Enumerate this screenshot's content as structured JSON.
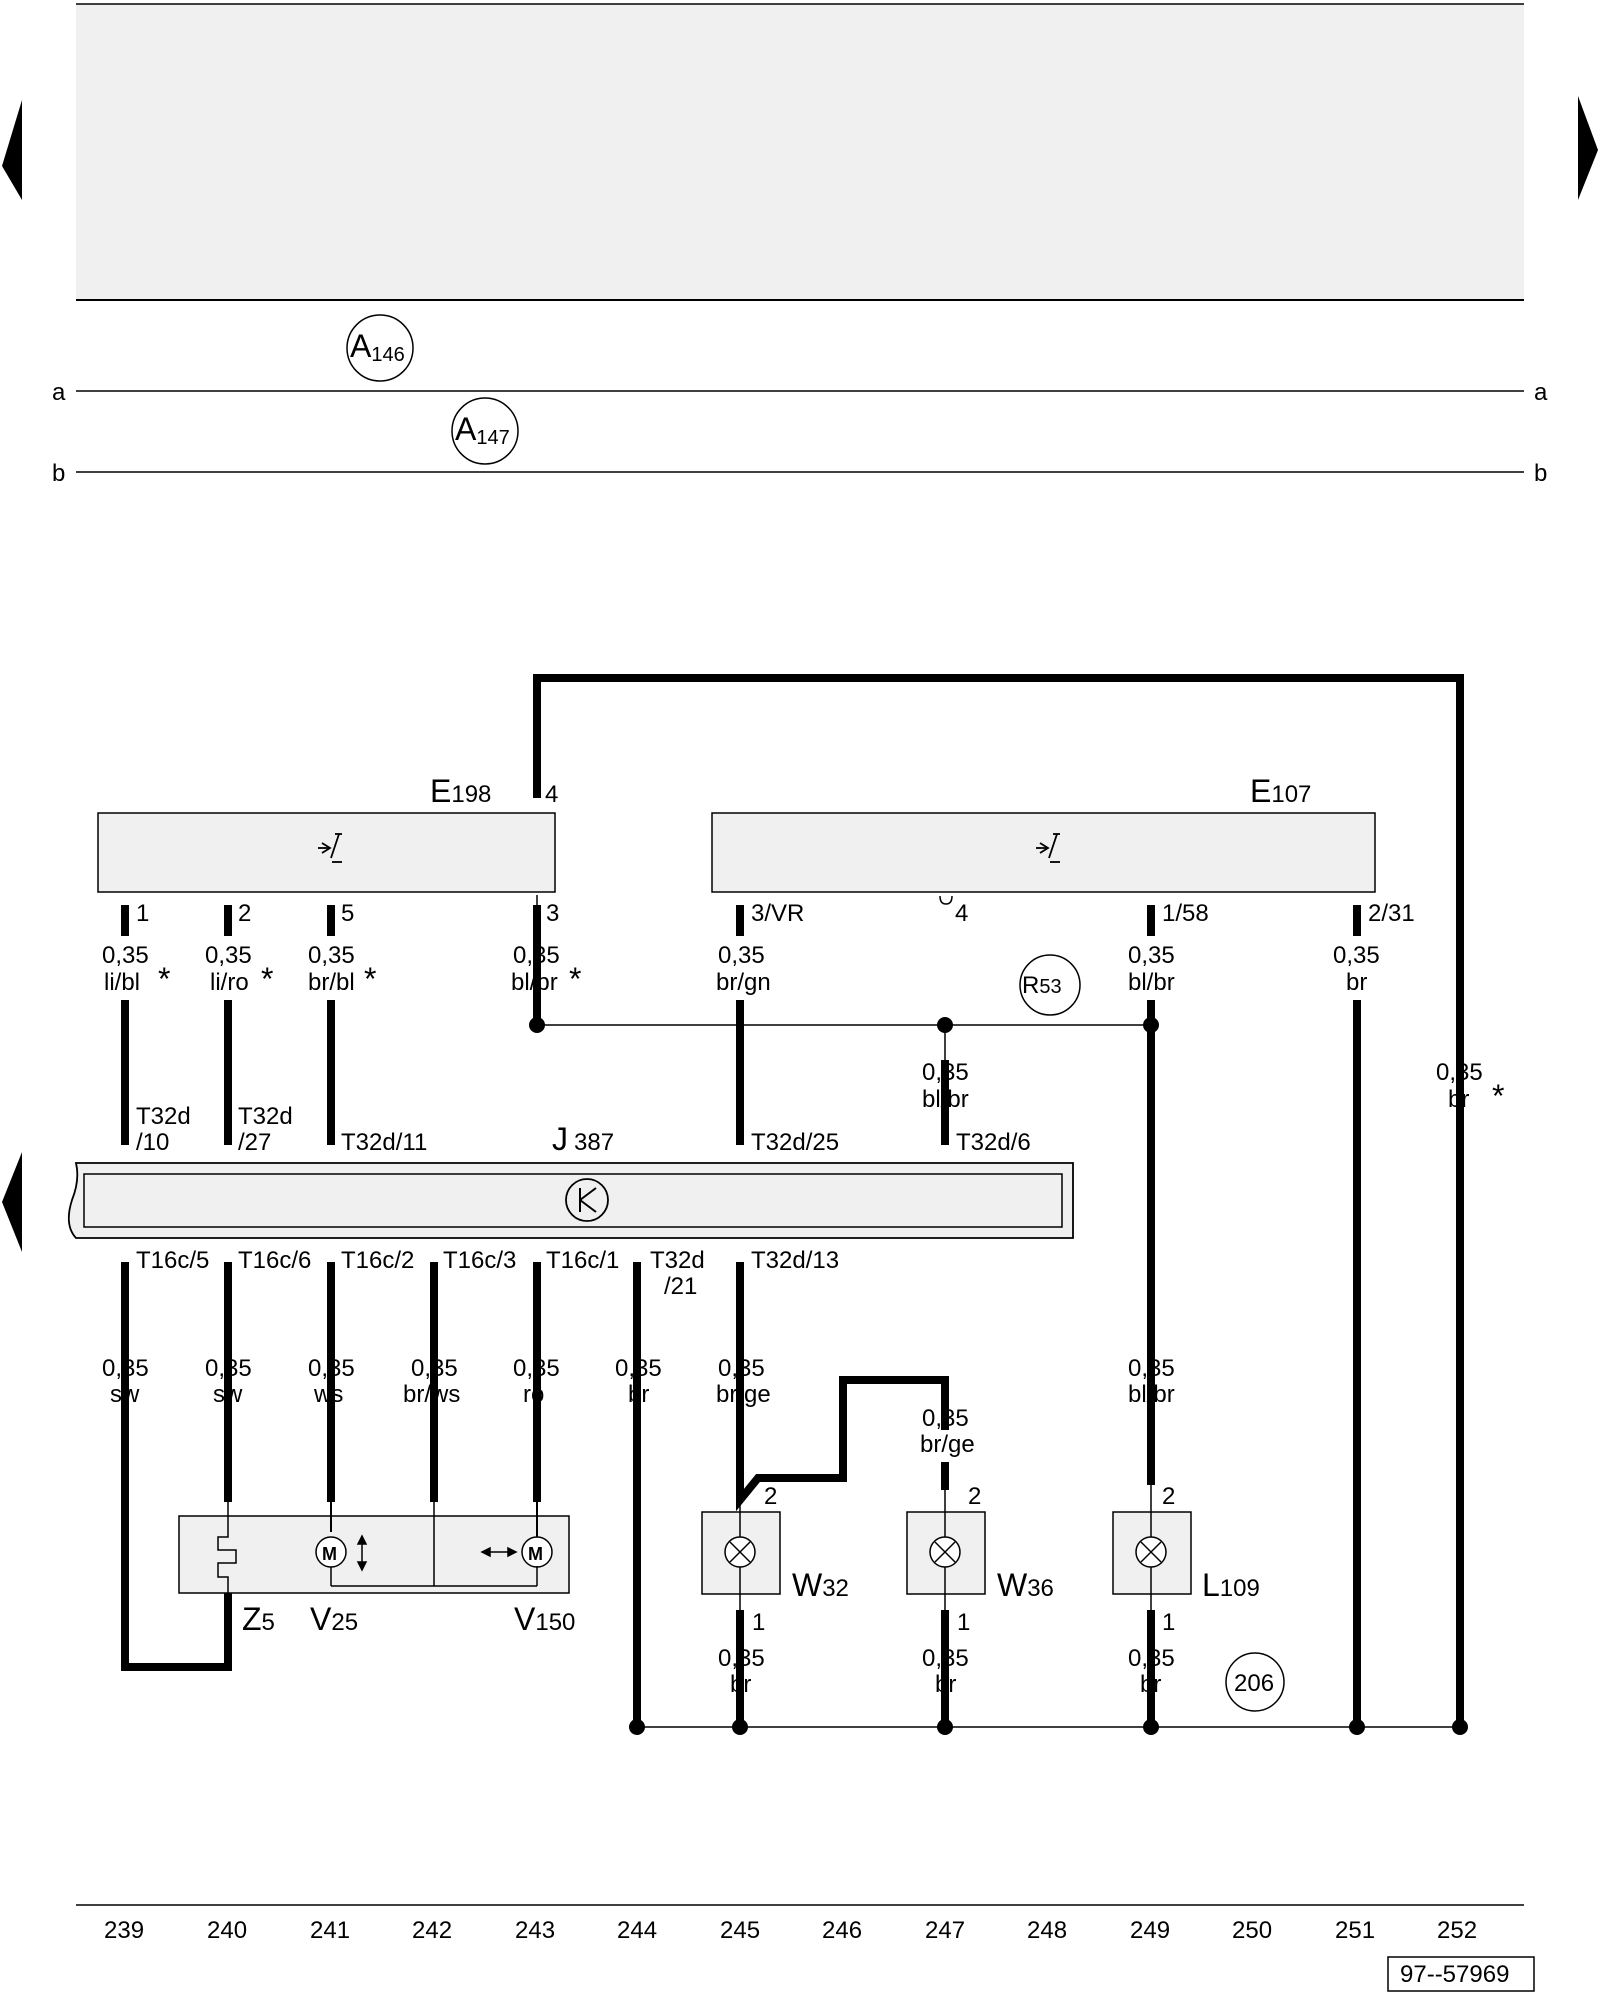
{
  "banner": {
    "nav_left": "previous-page",
    "nav_right": "next-page"
  },
  "buses": {
    "a": {
      "label_left": "a",
      "label_right": "a",
      "ref": {
        "letter": "A",
        "num": "146"
      }
    },
    "b": {
      "label_left": "b",
      "label_right": "b",
      "ref": {
        "letter": "A",
        "num": "147"
      }
    }
  },
  "components": {
    "e198": {
      "letter": "E",
      "num": "198",
      "pin_top": "4",
      "pins": [
        "1",
        "2",
        "5",
        "3"
      ]
    },
    "e107": {
      "letter": "E",
      "num": "107",
      "pins": [
        "3/VR",
        "4",
        "1/58",
        "2/31"
      ]
    },
    "j387": {
      "letter": "J",
      "num": "387"
    },
    "z5": {
      "letter": "Z",
      "num": "5"
    },
    "v25": {
      "letter": "V",
      "num": "25"
    },
    "v150": {
      "letter": "V",
      "num": "150"
    },
    "w32": {
      "letter": "W",
      "num": "32",
      "pin_top": "2",
      "pin_bottom": "1"
    },
    "w36": {
      "letter": "W",
      "num": "36",
      "pin_top": "2",
      "pin_bottom": "1"
    },
    "l109": {
      "letter": "L",
      "num": "109",
      "pin_top": "2",
      "pin_bottom": "1"
    },
    "r53": {
      "letter": "R",
      "num": "53"
    },
    "g206": {
      "num": "206"
    }
  },
  "motor_label": "M",
  "connectors": {
    "t32d_10": [
      "T32d",
      "/10"
    ],
    "t32d_27": [
      "T32d",
      "/27"
    ],
    "t32d_11": "T32d/11",
    "t32d_25": "T32d/25",
    "t32d_6": "T32d/6",
    "t16c_5": "T16c/5",
    "t16c_6": "T16c/6",
    "t16c_2": "T16c/2",
    "t16c_3": "T16c/3",
    "t16c_1": "T16c/1",
    "t32d_21": [
      "T32d",
      "/21"
    ],
    "t32d_13": "T32d/13"
  },
  "wires": {
    "w1": {
      "size": "0,35",
      "color": "li/bl",
      "mark": "*"
    },
    "w2": {
      "size": "0,35",
      "color": "li/ro",
      "mark": "*"
    },
    "w5": {
      "size": "0,35",
      "color": "br/bl",
      "mark": "*"
    },
    "w3": {
      "size": "0,35",
      "color": "bl/br",
      "mark": "*"
    },
    "w3vr": {
      "size": "0,35",
      "color": "br/gn"
    },
    "w158": {
      "size": "0,35",
      "color": "bl/br"
    },
    "w231": {
      "size": "0,35",
      "color": "br"
    },
    "wright": {
      "size": "0,35",
      "color": "br",
      "mark": "*"
    },
    "wt6": {
      "size": "0,35",
      "color": "bl/br"
    },
    "b1": {
      "size": "0,35",
      "color": "sw"
    },
    "b2": {
      "size": "0,35",
      "color": "sw"
    },
    "b3": {
      "size": "0,35",
      "color": "ws"
    },
    "b4": {
      "size": "0,35",
      "color": "br/ws"
    },
    "b5": {
      "size": "0,35",
      "color": "ro"
    },
    "b6": {
      "size": "0,35",
      "color": "br"
    },
    "b7": {
      "size": "0,35",
      "color": "br/ge"
    },
    "b8": {
      "size": "0,35",
      "color": "br/ge"
    },
    "b9": {
      "size": "0,35",
      "color": "bl/br"
    },
    "g1": {
      "size": "0,35",
      "color": "br"
    },
    "g2": {
      "size": "0,35",
      "color": "br"
    },
    "g3": {
      "size": "0,35",
      "color": "br"
    }
  },
  "footer": {
    "columns": [
      "239",
      "240",
      "241",
      "242",
      "243",
      "244",
      "245",
      "246",
      "247",
      "248",
      "249",
      "250",
      "251",
      "252"
    ],
    "doc_number": "97--57969"
  }
}
